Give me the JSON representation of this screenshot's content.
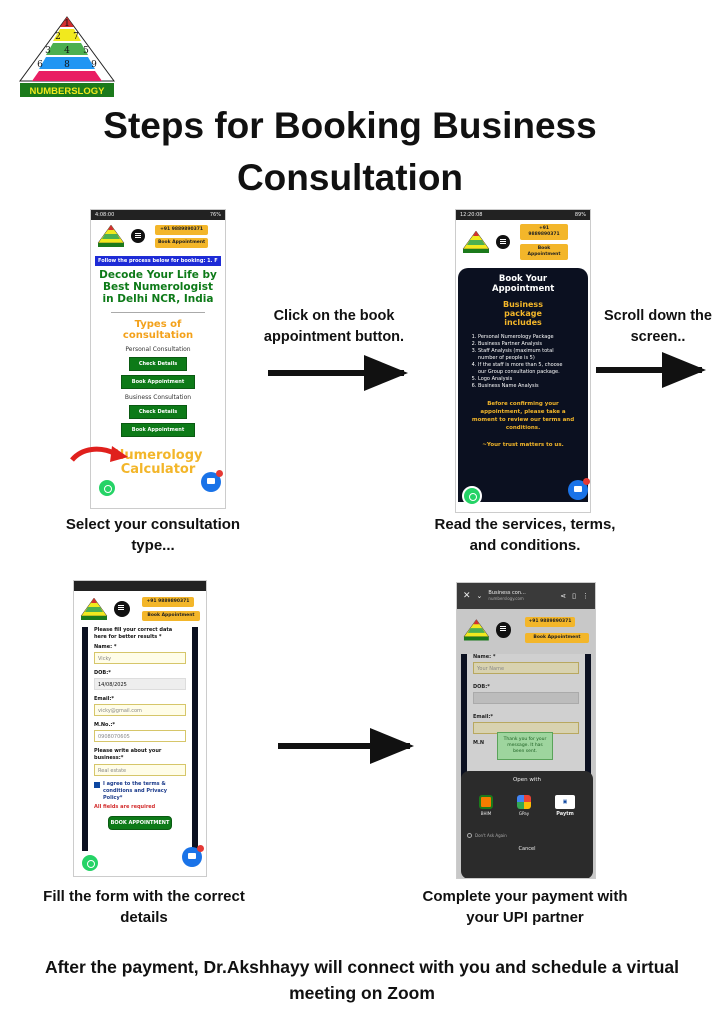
{
  "logo": {
    "numbers": [
      "1",
      "2",
      "7",
      "3",
      "4",
      "5",
      "6",
      "8",
      "9"
    ],
    "brand_text": "NUMBERSLOGY"
  },
  "title": {
    "line1": "Steps for Booking Business",
    "line2": "Consultation"
  },
  "colors": {
    "green": "#0d7a18",
    "yellow": "#f3b62a",
    "navy": "#0b1020",
    "arrow": "#111111"
  },
  "phone1": {
    "status_left": "4:08:00",
    "status_right": "76%",
    "phone_btn": "+91 9889890371",
    "book_btn": "Book Appointment",
    "marquee": "Follow the process below for booking:  1. F",
    "headline": "Decode Your Life by Best Numerologist in Delhi NCR, India",
    "types_heading": "Types of consultation",
    "personal_label": "Personal Consultation",
    "check_details": "Check Details",
    "book_appointment": "Book Appointment",
    "business_label": "Business Consultation",
    "check_details2": "Check Details",
    "book_appointment2": "Book Appointment",
    "calc_heading": "Numerology Calculator"
  },
  "phone2": {
    "status_left": "12:20:08",
    "status_right": "89%",
    "phone_btn": "+91 9889890371",
    "book_btn": "Book Appointment",
    "heading": "Book Your Appointment",
    "package_heading": "Business package includes",
    "items": [
      "Personal Numerology Package",
      "Business Partner Analysis",
      "Staff Analysis (maximum total number of people is 5)",
      "If the staff is more than 5, choose our Group consultation package.",
      "Logo Analysis",
      "Business Name Analysis"
    ],
    "confirm_text": "Before confirming your appointment, please take a moment to review our terms and conditions.",
    "trust_text": "~Your trust matters to us."
  },
  "phone3": {
    "phone_btn": "+91 9889890371",
    "book_btn": "Book Appointment",
    "intro": "Please fill your correct data here for better results *",
    "name_label": "Name: *",
    "name_value": "Vicky",
    "dob_label": "DOB:*",
    "dob_value": "14/08/2025",
    "email_label": "Email:*",
    "email_value": "vicky@gmail.com",
    "mobile_label": "M.No.:*",
    "mobile_value": "0908070605",
    "business_label": "Please write about your business:*",
    "business_value": "Real estate",
    "agree_text": "I agree to the terms & conditions and Privacy Policy*",
    "required_text": "All fields are required",
    "submit": "BOOK APPOINTMENT"
  },
  "phone4": {
    "url_title": "Business con...",
    "url_sub": "numberslogy.com",
    "phone_btn": "+91 9889890371",
    "book_btn": "Book Appointment",
    "name_label": "Name: *",
    "name_placeholder": "Your Name",
    "dob_label": "DOB:*",
    "email_label": "Email:*",
    "mobile_label": "M.N",
    "toast": "Thank you for your message. It has been sent.",
    "sheet_title": "Open with",
    "apps": [
      "BHIM",
      "GPay",
      "Paytm"
    ],
    "dont_ask": "Don't Ask Again",
    "cancel": "Cancel"
  },
  "steps": {
    "arrow1": "Click on the book appointment button.",
    "arrow2": "Scroll down the screen..",
    "cap1": "Select your consultation type...",
    "cap2": "Read the services, terms, and conditions.",
    "cap3": "Fill the form with the correct details",
    "cap4": "Complete your payment with your UPI partner"
  },
  "footer": "After the payment, Dr.Akshhayy will connect with you and schedule a virtual meeting on Zoom"
}
